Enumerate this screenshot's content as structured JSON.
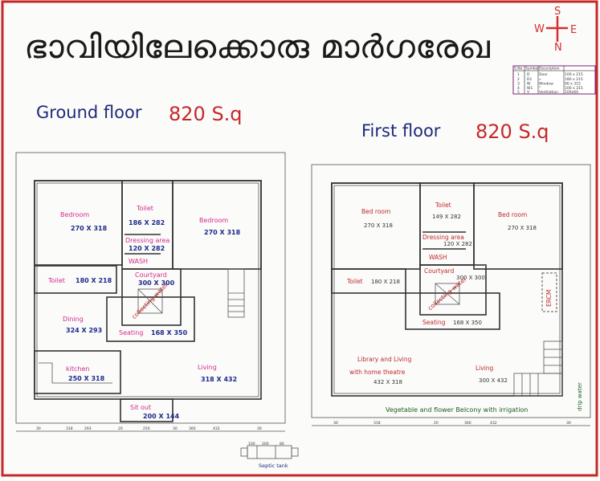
{
  "title": "ഭാവിയിലേക്കൊരു മാർഗരേഖ",
  "compass": {
    "s": "S",
    "w": "W",
    "e": "E",
    "n": "N"
  },
  "legend": {
    "headers": [
      "S.No",
      "Symbol",
      "Description",
      ""
    ],
    "rows": [
      [
        "1",
        "D",
        "Door",
        "100 x 215"
      ],
      [
        "2",
        "D1",
        "»",
        "180 x 215"
      ],
      [
        "3",
        "W",
        "Window",
        "90 x 315"
      ],
      [
        "4",
        "W1",
        "\"",
        "100 x 315"
      ],
      [
        "5",
        "V",
        "Ventilation",
        "100x60"
      ]
    ]
  },
  "ground_floor": {
    "label": "Ground floor",
    "area": "820 S.q",
    "rooms": {
      "bedroom_left": {
        "name": "Bedroom",
        "size": "270 X 318"
      },
      "toilet_top": {
        "name": "Toilet",
        "size": "186 X 282"
      },
      "dressing": {
        "name": "Dressing area",
        "size": "120 X 282"
      },
      "wash": "WASH",
      "bedroom_right": {
        "name": "Bedroom",
        "size": "270 X 318"
      },
      "toilet_left": {
        "name": "Toilet",
        "size": "180 X 218"
      },
      "courtyard": {
        "name": "Courtyard",
        "size": "300 X 300",
        "inner": "collecting water"
      },
      "dining": {
        "name": "Dining",
        "size": "324 X 293"
      },
      "seating": {
        "name": "Seating",
        "size": "168 X 350"
      },
      "kitchen": {
        "name": "kitchen",
        "size": "250 X 318"
      },
      "living": {
        "name": "Living",
        "size": "318 X 432"
      },
      "sitout": {
        "name": "Sit out",
        "size": "200 X 144"
      }
    },
    "dims": [
      "30",
      "318",
      "293",
      "20",
      "250",
      "30",
      "360",
      "432",
      "30"
    ]
  },
  "first_floor": {
    "label": "First floor",
    "area": "820 S.q",
    "rooms": {
      "bedroom_left": {
        "name": "Bed room",
        "size": "270 X 318"
      },
      "toilet_top": {
        "name": "Toilet",
        "size": "149 X 282"
      },
      "dressing": {
        "name": "Dressing area",
        "size": "120 X 282"
      },
      "wash": "WASH",
      "bedroom_right": {
        "name": "Bed room",
        "size": "270 X 318"
      },
      "toilet_left": {
        "name": "Toilet",
        "size": "180 X 218"
      },
      "courtyard": {
        "name": "Courtyard",
        "size": "300 X 300",
        "inner": "collecting water"
      },
      "seating": {
        "name": "Seating",
        "size": "168 X 350"
      },
      "library": {
        "name1": "Library and Living",
        "name2": "with home theatre",
        "size": "432 X 318"
      },
      "living": {
        "name": "Living",
        "size": "300 X 432"
      },
      "ercm": "ERCM"
    },
    "balcony": "Vegetable and flower Belcony with irrigation",
    "drip": "drip water",
    "dims": [
      "30",
      "318",
      "20",
      "360",
      "432",
      "30"
    ]
  },
  "septic": {
    "label": "Septic tank",
    "dims": [
      "100",
      "200",
      "80"
    ]
  }
}
